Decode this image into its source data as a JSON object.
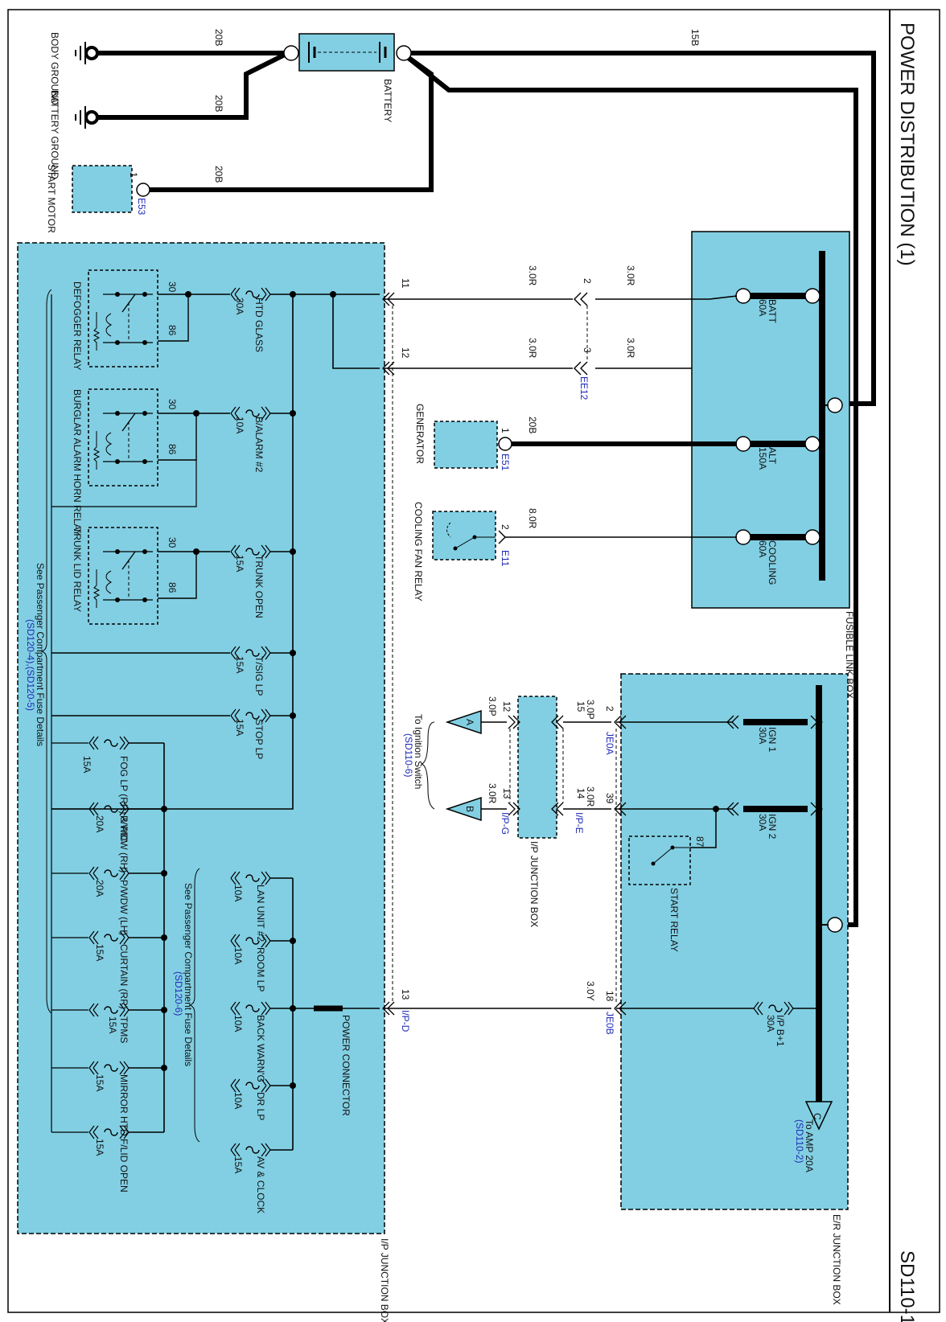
{
  "header": {
    "title": "POWER DISTRIBUTION (1)",
    "page_code": "SD110-1"
  },
  "colors": {
    "box_fill": "#82cfe3",
    "wire": "#000000",
    "link_text": "#1f2bb5"
  },
  "grounds": [
    {
      "label": "BODY GROUND",
      "wire": "20B"
    },
    {
      "label": "BATTERY GROUND",
      "wire": "20B"
    }
  ],
  "start_motor": {
    "label": "START MOTOR",
    "pin": "1",
    "connector": "E53",
    "wire": "20B"
  },
  "battery": {
    "label": "BATTERY",
    "wire": "15B"
  },
  "fusible_link_box": {
    "label": "FUSIBLE LINK BOX",
    "fuses": [
      {
        "name": "BATT",
        "rating": "60A"
      },
      {
        "name": "ALT",
        "rating": "150A"
      },
      {
        "name": "COOLING",
        "rating": "60A"
      }
    ]
  },
  "wires": {
    "batt_a_left": "3.0R",
    "batt_a_right": "3.0R",
    "batt_b_left": "3.0R",
    "batt_b_right": "3.0R",
    "gen": "20B",
    "cool": "8.0R",
    "ign1": "3.0P",
    "ign1_b": "3.0P",
    "ign2": "3.0R",
    "ign2_b": "3.0R",
    "ipb": "3.0Y"
  },
  "connector_ee12": {
    "name": "EE12",
    "pin_a": "2",
    "pin_b": "3"
  },
  "generator": {
    "label": "GENERATOR",
    "pin": "1",
    "connector": "E51"
  },
  "cooling_fan_relay": {
    "label": "COOLING FAN RELAY",
    "pin": "2",
    "connector": "E11"
  },
  "er_junction_box": {
    "label": "E/R JUNCTION BOX",
    "fuses": [
      {
        "name": "IGN 1",
        "rating": "30A"
      },
      {
        "name": "IGN 2",
        "rating": "30A"
      },
      {
        "name": "I/P B+1",
        "rating": "30A"
      }
    ],
    "start_relay": {
      "label": "START RELAY",
      "pin": "87"
    },
    "to_amp": {
      "marker": "C",
      "text": "To AMP 20A",
      "ref": "(SD110-2)"
    }
  },
  "je0a": {
    "name": "JE0A",
    "pin": "2"
  },
  "je0b": {
    "name": "JE0B",
    "pin": "18"
  },
  "pin39": "39",
  "ip_e": {
    "name": "I/P-E",
    "pin": "15",
    "pin2": "14"
  },
  "ip_g": {
    "name": "I/P-G",
    "pin": "12",
    "pin2": "13"
  },
  "ip_d": {
    "name": "I/P-D",
    "pin": "13"
  },
  "ip_junction_small": {
    "label": "I/P JUNCTION BOX"
  },
  "ignition": {
    "to_text": "To Ignition Switch",
    "ref": "(SD110-6)",
    "marker_a": "A",
    "marker_b": "B"
  },
  "ip_junction_box": {
    "label": "I/P JUNCTION BOX",
    "pin11": "11",
    "pin12": "12",
    "power_connector": "POWER CONNECTOR",
    "relays": [
      {
        "label": "DEFOGGER RELAY",
        "pin30": "30",
        "pin86": "86"
      },
      {
        "label": "BURGLAR ALARM HORN RELAY",
        "pin30": "30",
        "pin86": "86"
      },
      {
        "label": "TRUNK LID RELAY",
        "pin30": "30",
        "pin86": "86"
      }
    ],
    "bus_fuses": [
      {
        "name": "HTD GLASS",
        "rating": "30A"
      },
      {
        "name": "B/ALARM #2",
        "rating": "10A"
      },
      {
        "name": "TRUNK OPEN",
        "rating": "15A"
      },
      {
        "name": "T/SIG LP",
        "rating": "15A"
      },
      {
        "name": "STOP LP",
        "rating": "15A"
      }
    ],
    "left_fuses": [
      {
        "name": "FOG LP (RR) & PIC",
        "rating": "15A"
      },
      {
        "name": "P/WDW (RH)",
        "rating": "20A"
      },
      {
        "name": "P/WDW (LH)",
        "rating": "20A"
      },
      {
        "name": "CURTAIN (RR)",
        "rating": "15A"
      },
      {
        "name": "TPMS",
        "rating": "15A"
      },
      {
        "name": "MIRROR HTD",
        "rating": "15A"
      },
      {
        "name": "F/LID OPEN",
        "rating": "15A"
      }
    ],
    "right_fuses": [
      {
        "name": "LAN UNIT #2",
        "rating": "10A"
      },
      {
        "name": "ROOM LP",
        "rating": "10A"
      },
      {
        "name": "BACK WARN'G",
        "rating": "10A"
      },
      {
        "name": "DR LP",
        "rating": "10A"
      },
      {
        "name": "AV & CLOCK",
        "rating": "15A"
      }
    ],
    "note_left": "See Passenger Compartment Fuse Details",
    "note_left_ref": "(SD120-4),(SD120-5)",
    "note_right": "See Passenger Compartment Fuse Details",
    "note_right_ref": "(SD120-6)"
  }
}
